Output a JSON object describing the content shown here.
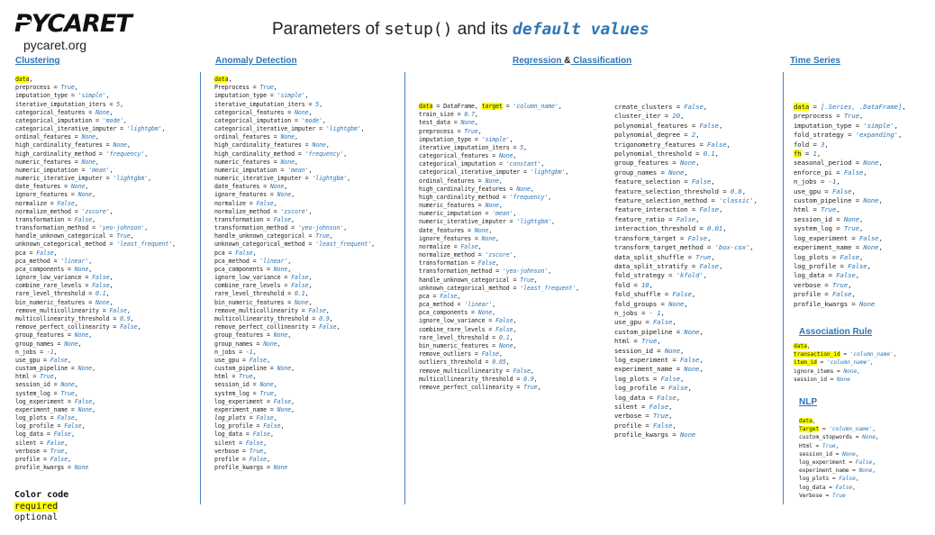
{
  "header": {
    "logo_text": "PYCARET",
    "site": "pycaret.org",
    "title_prefix": "Parameters of ",
    "title_code": "setup()",
    "title_mid": " and its ",
    "title_default": "default values"
  },
  "sections": {
    "clustering": "Clustering",
    "anomaly": "Anomaly Detection",
    "regression": "Regression",
    "amp": "&",
    "classification": "Classification",
    "timeseries": "Time Series",
    "association": "Association Rule",
    "nlp": "NLP"
  },
  "legend": {
    "title": "Color code",
    "required": "required",
    "optional": "optional"
  },
  "colors": {
    "value": "#2e75b6",
    "highlight": "#ffff00",
    "divider": "#4a7fc1"
  },
  "clustering": [
    {
      "n": "data",
      "v": "",
      "hl": true,
      "sep": ","
    },
    {
      "n": "preprocess",
      "v": "True"
    },
    {
      "n": "imputation_type",
      "v": "'simple'"
    },
    {
      "n": "iterative_imputation_iters",
      "v": "5"
    },
    {
      "n": "categorical_features",
      "v": "None"
    },
    {
      "n": "categorical_imputation",
      "v": "'mode'"
    },
    {
      "n": "categorical_iterative_imputer",
      "v": "'lightgbm'"
    },
    {
      "n": "ordinal_features",
      "v": "None"
    },
    {
      "n": "high_cardinality_features",
      "v": "None"
    },
    {
      "n": "high_cardinality_method",
      "v": "'frequency'"
    },
    {
      "n": "numeric_features",
      "v": "None"
    },
    {
      "n": "numeric_imputation",
      "v": "'mean'"
    },
    {
      "n": "numeric_iterative_imputer",
      "v": "'lightgbm'"
    },
    {
      "n": "date_features",
      "v": "None"
    },
    {
      "n": "ignore_features",
      "v": "None"
    },
    {
      "n": "normalize",
      "v": "False"
    },
    {
      "n": "normalize_method",
      "v": "'zscore'"
    },
    {
      "n": "transformation",
      "v": "False"
    },
    {
      "n": "transformation_method",
      "v": "'yeo-johnson'"
    },
    {
      "n": "handle_unknown_categorical",
      "v": "True"
    },
    {
      "n": "unknown_categorical_method",
      "v": "'least_frequent'"
    },
    {
      "n": "pca",
      "v": "False"
    },
    {
      "n": "pca_method",
      "v": "'linear'"
    },
    {
      "n": "pca_components",
      "v": "None"
    },
    {
      "n": "ignore_low_variance",
      "v": "False"
    },
    {
      "n": "combine_rare_levels",
      "v": "False"
    },
    {
      "n": "rare_level_threshold",
      "v": "0.1"
    },
    {
      "n": "bin_numeric_features",
      "v": "None"
    },
    {
      "n": "remove_multicollinearity",
      "v": "False"
    },
    {
      "n": "multicollinearity_threshold",
      "v": "0.9"
    },
    {
      "n": "remove_perfect_collinearity",
      "v": "False"
    },
    {
      "n": "group_features",
      "v": "None"
    },
    {
      "n": "group_names",
      "v": "None"
    },
    {
      "n": "n_jobs",
      "v": "-1"
    },
    {
      "n": "use_gpu",
      "v": "False"
    },
    {
      "n": "custom_pipeline",
      "v": "None"
    },
    {
      "n": "html",
      "v": "True"
    },
    {
      "n": "session_id",
      "v": "None"
    },
    {
      "n": "system_log",
      "v": "True"
    },
    {
      "n": "log_experiment",
      "v": "False"
    },
    {
      "n": "experiment_name",
      "v": "None"
    },
    {
      "n": "log_plots",
      "v": "False"
    },
    {
      "n": "log_profile",
      "v": "False"
    },
    {
      "n": "log_data",
      "v": "False"
    },
    {
      "n": "silent",
      "v": "False"
    },
    {
      "n": "verbose",
      "v": "True"
    },
    {
      "n": "profile",
      "v": "False"
    },
    {
      "n": "profile_kwargs",
      "v": "None",
      "last": true
    }
  ],
  "anomaly": [
    {
      "n": "data",
      "v": "",
      "hl": true,
      "sep": ","
    },
    {
      "n": "Preprocess",
      "v": "True"
    },
    {
      "n": "imputation_type",
      "v": "'simple'"
    },
    {
      "n": "iterative_imputation_iters",
      "v": "5"
    },
    {
      "n": "categorical_features",
      "v": "None"
    },
    {
      "n": "categorical_imputation",
      "v": "'mode'"
    },
    {
      "n": "categorical_iterative_imputer",
      "v": "'lightgbm'"
    },
    {
      "n": "ordinal_features",
      "v": "None"
    },
    {
      "n": "high_cardinality_features",
      "v": "None"
    },
    {
      "n": "high_cardinality_method",
      "v": "'frequency'"
    },
    {
      "n": "numeric_features",
      "v": "None"
    },
    {
      "n": "numeric_imputation",
      "v": "'mean'"
    },
    {
      "n": "numeric_iterative_imputer",
      "v": "'lightgbm'"
    },
    {
      "n": "date_features",
      "v": "None"
    },
    {
      "n": "ignore_features",
      "v": "None"
    },
    {
      "n": "normalize",
      "v": "False"
    },
    {
      "n": "normalize_method",
      "v": "'zscore'"
    },
    {
      "n": "transformation",
      "v": "False"
    },
    {
      "n": "transformation_method",
      "v": "'yeo-johnson'"
    },
    {
      "n": "handle_unknown_categorical",
      "v": "True"
    },
    {
      "n": "unknown_categorical_method",
      "v": "'least_frequent'"
    },
    {
      "n": "pca",
      "v": "False"
    },
    {
      "n": "pca_method",
      "v": "'linear'"
    },
    {
      "n": "pca_components",
      "v": "None"
    },
    {
      "n": "ignore_low_variance",
      "v": "False"
    },
    {
      "n": "combine_rare_levels",
      "v": "False"
    },
    {
      "n": "rare_level_threshold",
      "v": "0.1"
    },
    {
      "n": "bin_numeric_features",
      "v": "None"
    },
    {
      "n": "remove_multicollinearity",
      "v": "False"
    },
    {
      "n": "multicollinearity_threshold",
      "v": "0.9"
    },
    {
      "n": "remove_perfect_collinearity",
      "v": "False"
    },
    {
      "n": "group_features",
      "v": "None"
    },
    {
      "n": "group_names",
      "v": "None"
    },
    {
      "n": "n_jobs",
      "v": "-1"
    },
    {
      "n": "use_gpu",
      "v": "False"
    },
    {
      "n": "custom_pipeline",
      "v": "None"
    },
    {
      "n": "html",
      "v": "True"
    },
    {
      "n": "session_id",
      "v": "None"
    },
    {
      "n": "system_log",
      "v": "True"
    },
    {
      "n": "log_experiment",
      "v": "False"
    },
    {
      "n": "experiment_name",
      "v": "None"
    },
    {
      "n": "log_plots",
      "v": "False",
      "it": true
    },
    {
      "n": "log_profile",
      "v": "False"
    },
    {
      "n": "log_data",
      "v": "False"
    },
    {
      "n": "silent",
      "v": "False"
    },
    {
      "n": "verbose",
      "v": "True"
    },
    {
      "n": "profile",
      "v": "False"
    },
    {
      "n": "profile_kwargs",
      "v": "None",
      "last": true
    }
  ],
  "regression_a": [
    {
      "n": "data",
      "v": "DataFrame",
      "hl": true,
      "plain": true,
      "extra_n": "target",
      "extra_v": "'column_name'"
    },
    {
      "n": "train_size",
      "v": "0.7"
    },
    {
      "n": "test_data",
      "v": "None"
    },
    {
      "n": "preprocess",
      "v": "True"
    },
    {
      "n": "imputation_type",
      "v": "'simple'"
    },
    {
      "n": "iterative_imputation_iters",
      "v": "5"
    },
    {
      "n": "categorical_features",
      "v": "None"
    },
    {
      "n": "categorical_imputation",
      "v": "'constant'"
    },
    {
      "n": "categorical_iterative_imputer",
      "v": "'lightgbm'"
    },
    {
      "n": "ordinal_features",
      "v": "None"
    },
    {
      "n": "high_cardinality_features",
      "v": "None"
    },
    {
      "n": "high_cardinality_method",
      "v": "'frequency'"
    },
    {
      "n": "numeric_features",
      "v": "None"
    },
    {
      "n": "numeric_imputation",
      "v": "'mean'"
    },
    {
      "n": "numeric_iterative_imputer",
      "v": "'lightgbm'"
    },
    {
      "n": "date_features",
      "v": "None"
    },
    {
      "n": "ignore_features",
      "v": "None"
    },
    {
      "n": "normalize",
      "v": "False"
    },
    {
      "n": "normalize_method",
      "v": "'zscore'"
    },
    {
      "n": "transformation",
      "v": "False"
    },
    {
      "n": "transformation_method",
      "v": "'yeo-johnson'"
    },
    {
      "n": "handle_unknown_categorical",
      "v": "True"
    },
    {
      "n": "unknown_categorical_method",
      "v": "'least_frequent'"
    },
    {
      "n": "pca",
      "v": "False"
    },
    {
      "n": "pca_method",
      "v": "'linear'"
    },
    {
      "n": "pca_components",
      "v": "None"
    },
    {
      "n": "ignore_low_variance",
      "v": "False"
    },
    {
      "n": "combine_rare_levels",
      "v": "False"
    },
    {
      "n": "rare_level_threshold",
      "v": "0.1"
    },
    {
      "n": "bin_numeric_features",
      "v": "None"
    },
    {
      "n": "remove_outliers",
      "v": "False"
    },
    {
      "n": "outliers_threshold",
      "v": "0.05"
    },
    {
      "n": "remove_multicollinearity",
      "v": "False"
    },
    {
      "n": "multicollinearity_threshold",
      "v": "0.9"
    },
    {
      "n": "remove_perfect_collinearity",
      "v": "True"
    }
  ],
  "regression_b": [
    {
      "n": "create_clusters",
      "v": "False"
    },
    {
      "n": "cluster_iter",
      "v": "20"
    },
    {
      "n": "polynomial_features",
      "v": "False"
    },
    {
      "n": "polynomial_degree",
      "v": "2"
    },
    {
      "n": "trigonometry_features",
      "v": "False"
    },
    {
      "n": "polynomial_threshold",
      "v": "0.1"
    },
    {
      "n": "group_features",
      "v": "None"
    },
    {
      "n": "group_names",
      "v": "None"
    },
    {
      "n": "feature_selection",
      "v": "False"
    },
    {
      "n": "feature_selection_threshold",
      "v": "0.8"
    },
    {
      "n": "feature_selection_method",
      "v": "'classic'"
    },
    {
      "n": "feature_interaction",
      "v": "False"
    },
    {
      "n": "feature_ratio",
      "v": "False"
    },
    {
      "n": "interaction_threshold",
      "v": "0.01"
    },
    {
      "n": "transform_target",
      "v": "False"
    },
    {
      "n": "transform_target_method",
      "v": "'box-cox'"
    },
    {
      "n": "data_split_shuffle",
      "v": "True"
    },
    {
      "n": "data_split_stratify",
      "v": "False"
    },
    {
      "n": "fold_strategy",
      "v": "'kfold'"
    },
    {
      "n": "fold",
      "v": "10"
    },
    {
      "n": "fold_shuffle",
      "v": "False"
    },
    {
      "n": "fold_groups",
      "v": "None"
    },
    {
      "n": "n_jobs",
      "v": "- 1"
    },
    {
      "n": "use_gpu",
      "v": "False"
    },
    {
      "n": "custom_pipeline",
      "v": "None"
    },
    {
      "n": "html",
      "v": "True"
    },
    {
      "n": "session_id",
      "v": "None"
    },
    {
      "n": "log_experiment",
      "v": "False"
    },
    {
      "n": "experiment_name",
      "v": "None"
    },
    {
      "n": "log_plots",
      "v": "False"
    },
    {
      "n": "log_profile",
      "v": "False"
    },
    {
      "n": "log_data",
      "v": "False"
    },
    {
      "n": "silent",
      "v": "False"
    },
    {
      "n": "verbose",
      "v": "True"
    },
    {
      "n": "profile",
      "v": "False"
    },
    {
      "n": "profile_kwargs",
      "v": "None",
      "last": true
    }
  ],
  "timeseries": [
    {
      "n": "data",
      "v": "[.Series, .DataFrame]",
      "hl": true
    },
    {
      "n": "preprocess",
      "v": "True"
    },
    {
      "n": "imputation_type",
      "v": "'simple'"
    },
    {
      "n": "fold_strategy",
      "v": "'expanding'"
    },
    {
      "n": "fold",
      "v": "3"
    },
    {
      "n": "fh",
      "v": "1",
      "hl": true
    },
    {
      "n": "seasonal_period",
      "v": "None"
    },
    {
      "n": "enforce_pi",
      "v": "False"
    },
    {
      "n": "n_jobs",
      "v": "-1"
    },
    {
      "n": "use_gpu",
      "v": "False"
    },
    {
      "n": "custom_pipeline",
      "v": "None"
    },
    {
      "n": "html",
      "v": "True"
    },
    {
      "n": "session_id",
      "v": "None"
    },
    {
      "n": "system_log",
      "v": "True"
    },
    {
      "n": "log_experiment",
      "v": "False"
    },
    {
      "n": "experiment_name",
      "v": "None"
    },
    {
      "n": "log_plots",
      "v": "False"
    },
    {
      "n": "log_profile",
      "v": "False"
    },
    {
      "n": "log_data",
      "v": "False"
    },
    {
      "n": "verbose",
      "v": "True"
    },
    {
      "n": "profile",
      "v": "False"
    },
    {
      "n": "profile_kwargs",
      "v": "None",
      "last": true
    }
  ],
  "association": [
    {
      "n": "data",
      "v": "",
      "hl": true,
      "sep": ","
    },
    {
      "n": "transaction_id",
      "v": "'column_name'",
      "hl": true
    },
    {
      "n": "item_id",
      "v": "'column_name'",
      "hl": true
    },
    {
      "n": "ignore_items",
      "v": "None"
    },
    {
      "n": "session_id",
      "v": "None",
      "last": true
    }
  ],
  "nlp": [
    {
      "n": "data",
      "v": "",
      "hl": true,
      "sep": ","
    },
    {
      "n": "Target",
      "v": "'column_name'",
      "hl": true
    },
    {
      "n": "custom_stopwords",
      "v": "None"
    },
    {
      "n": "Html",
      "v": "True"
    },
    {
      "n": "session_id",
      "v": "None"
    },
    {
      "n": "log_experiment",
      "v": "False"
    },
    {
      "n": "experiment_name",
      "v": "None"
    },
    {
      "n": "log_plots",
      "v": "False"
    },
    {
      "n": "log_data",
      "v": "False"
    },
    {
      "n": "Verbose",
      "v": "True",
      "last": true
    }
  ]
}
